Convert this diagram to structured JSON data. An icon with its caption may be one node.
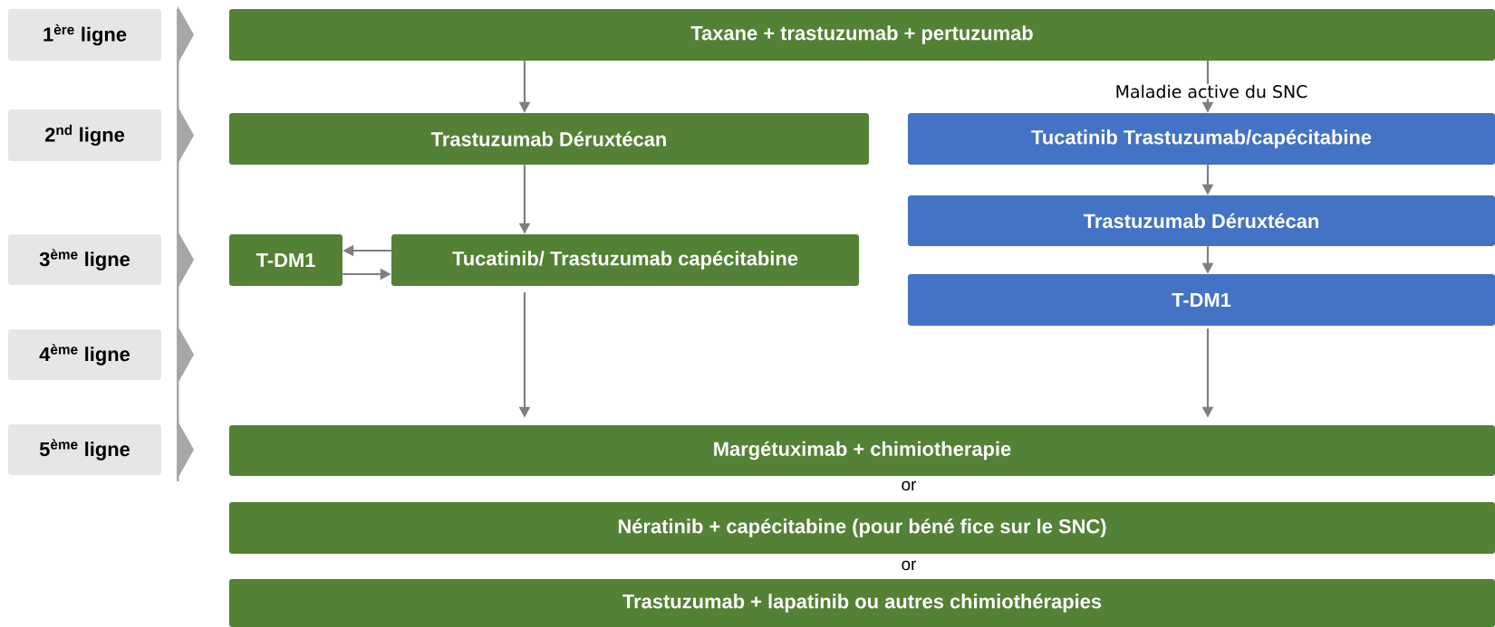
{
  "diagram": {
    "nodes": [
      {
        "text": [
          "1$^{ère}$ ligne"
        ]
      },
      {
        "text": [
          "Taxane + trastuzumab + pertuzumab"
        ]
      },
      {
        "text": [
          "2$^{nd}$ ligne"
        ]
      },
      {
        "text": [
          "Trastuzumab Déruxtécan"
        ]
      },
      {
        "text": [
          "Tucatinib Trastuzumab/capécitabine"
        ]
      },
      {
        "text": [
          "Trastuzumab Déruxtécan"
        ]
      },
      {
        "text": [
          "3$^{ème}$ ligne"
        ]
      },
      {
        "text": [
          "T-DM1"
        ]
      },
      {
        "text": [
          "Tucatinib/ Trastuzumab capécitabine"
        ]
      },
      {
        "text": [
          "T-DM1"
        ]
      },
      {
        "text": [
          "4$^{ème}$ ligne"
        ]
      },
      {
        "text": [
          "5$^{ème}$ ligne"
        ]
      },
      {
        "text": [
          "Margétuximab + chimiotherapie"
        ]
      },
      {
        "text": [
          "Nératinib + capécitabine (pour béné fice sur le SNC)"
        ]
      },
      {
        "text": [
          "Trastuzumab + lapatinib ou autres chimiothérapies"
        ]
      }
    ],
    "edges": [
      {
        "from": 1,
        "to": 3,
        "arrow": "to"
      },
      {
        "from": 1,
        "to": 4,
        "arrow": "to",
        "label": "Maladie active du SNC"
      },
      {
        "from": 3,
        "to": 8,
        "arrow": "to"
      },
      {
        "from": 4,
        "to": 5,
        "arrow": "to"
      },
      {
        "from": 5,
        "to": 9,
        "arrow": "to"
      },
      {
        "from": 8,
        "to": 7,
        "arrow": "to"
      },
      {
        "from": 7,
        "to": 8,
        "arrow": "to"
      },
      {
        "from": 8,
        "to": 12,
        "arrow": "to"
      },
      {
        "from": 9,
        "to": 12,
        "arrow": "to"
      }
    ],
    "labels": [
      "or",
      "or"
    ]
  }
}
